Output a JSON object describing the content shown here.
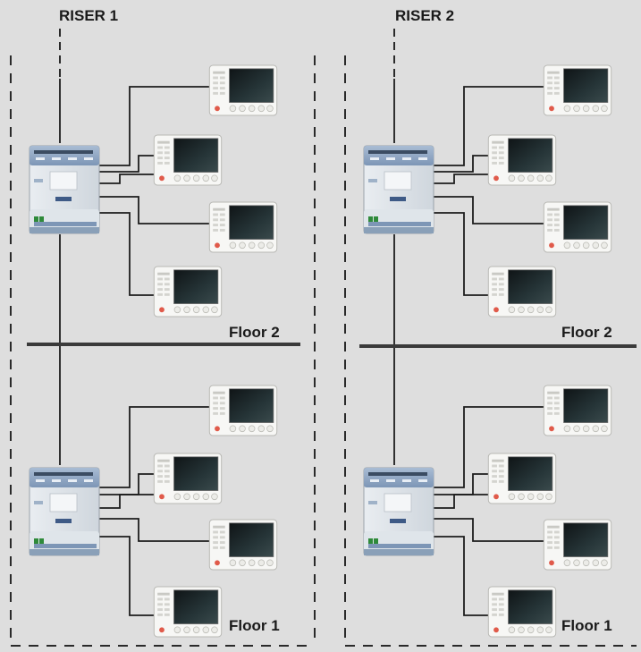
{
  "risers": [
    {
      "label": "RISER 1",
      "floors": [
        {
          "label": "Floor 2",
          "monitors": 4
        },
        {
          "label": "Floor 1",
          "monitors": 4
        }
      ]
    },
    {
      "label": "RISER 2",
      "floors": [
        {
          "label": "Floor 2",
          "monitors": 4
        },
        {
          "label": "Floor 1",
          "monitors": 4
        }
      ]
    }
  ],
  "icons": {
    "controller": "distributor-module-icon",
    "monitor": "video-intercom-monitor-icon"
  },
  "colors": {
    "background": "#dedede",
    "lines": "#1d1d1d",
    "label_text": "#1a1a1a",
    "monitor_screen": "#1e2a2c",
    "module_top": "#8aa3c2"
  }
}
